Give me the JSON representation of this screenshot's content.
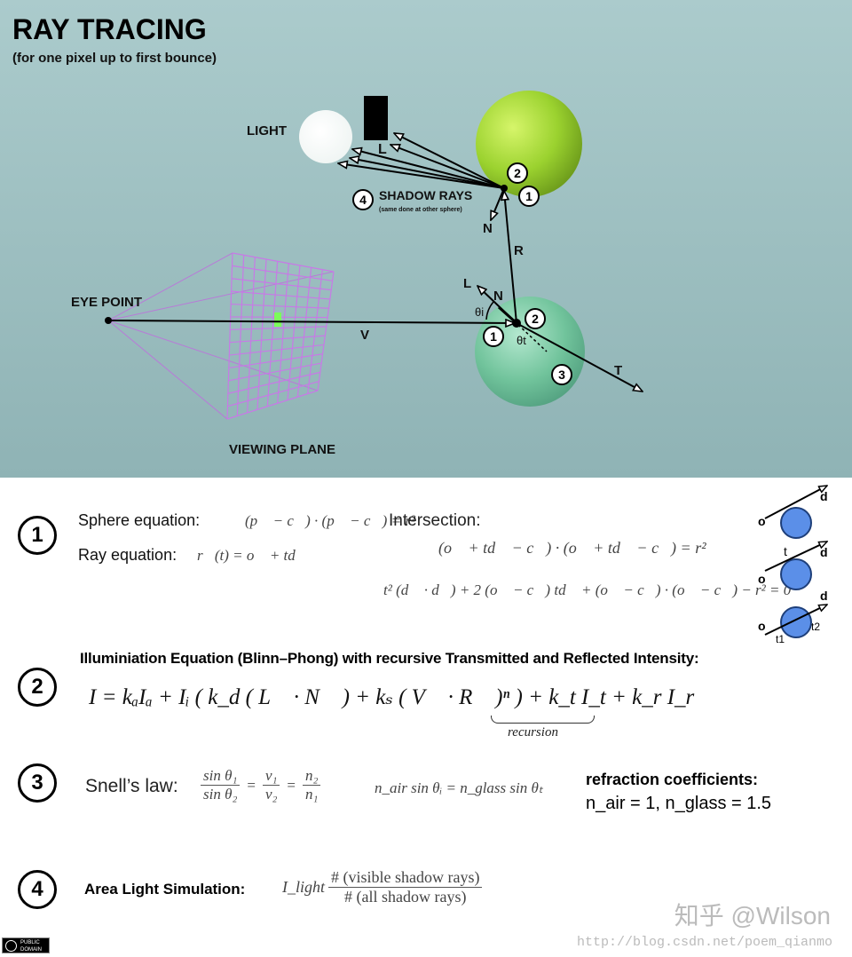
{
  "title": "RAY TRACING",
  "subtitle": "(for one pixel up to first bounce)",
  "diagram": {
    "light_label": "LIGHT",
    "shadow_rays_label": "SHADOW RAYS",
    "shadow_rays_note": "(same done at other sphere)",
    "eye_label": "EYE POINT",
    "viewing_plane_label": "VIEWING PLANE",
    "vec_L_top": "L",
    "vec_N_top": "N",
    "vec_R": "R",
    "vec_V": "V",
    "vec_L": "L",
    "vec_N": "N",
    "vec_T": "T",
    "theta_i": "θi",
    "theta_t": "θt",
    "step_1": "1",
    "step_2": "2",
    "step_3": "3",
    "step_4": "4",
    "colors": {
      "bg_top": "#abcbcc",
      "bg_bottom": "#8fb3b5",
      "green_sphere": "#9bd22f",
      "glass_sphere": "#6fc49a",
      "grid": "#c77ae6",
      "pixel": "#7CFC5A"
    }
  },
  "sections": {
    "s1": {
      "num": "1",
      "sphere_label": "Sphere equation:",
      "sphere_eq": "(p⃗ − c⃗) · (p⃗ − c⃗) = r²",
      "ray_label": "Ray equation:",
      "ray_eq": "r⃗(t) = o⃗ + td⃗",
      "intersection_label": "Intersection:",
      "int_eq1": "(o⃗ + td⃗ − c⃗) · (o⃗ + td⃗ − c⃗) = r²",
      "int_eq2": "t² (d⃗ · d⃗) + 2 (o⃗ − c⃗) td⃗ + (o⃗ − c⃗) · (o⃗ − c⃗) − r² = 0",
      "cases": {
        "o": "o",
        "d": "d",
        "t": "t",
        "t1": "t1",
        "t2": "t2"
      }
    },
    "s2": {
      "num": "2",
      "heading": "Illuminiation Equation (Blinn–Phong) with recursive Transmitted and Reflected Intensity:",
      "eq": "I = kₐIₐ + Iᵢ ( k_d ( L⃗ · N⃗ ) + kₛ ( V⃗ · R⃗ )ⁿ ) + k_t I_t + k_r I_r",
      "recursion": "recursion"
    },
    "s3": {
      "num": "3",
      "snell_label": "Snell’s law:",
      "frac1_num": "sin θ₁",
      "frac1_den": "sin θ₂",
      "frac2_num": "v₁",
      "frac2_den": "v₂",
      "frac3_num": "n₂",
      "frac3_den": "n₁",
      "eq2": "n_air sin θᵢ = n_glass sin θₜ",
      "coef_heading": "refraction coefficients:",
      "coef_values": "n_air = 1, n_glass = 1.5"
    },
    "s4": {
      "num": "4",
      "label": "Area Light Simulation:",
      "lhs": "I_light",
      "num_text": "# (visible shadow rays)",
      "den_text": "# (all shadow rays)"
    }
  },
  "footer": {
    "license_badge": "PUBLIC DOMAIN",
    "watermark": "知乎 @Wilson",
    "url": "http://blog.csdn.net/poem_qianmo"
  }
}
